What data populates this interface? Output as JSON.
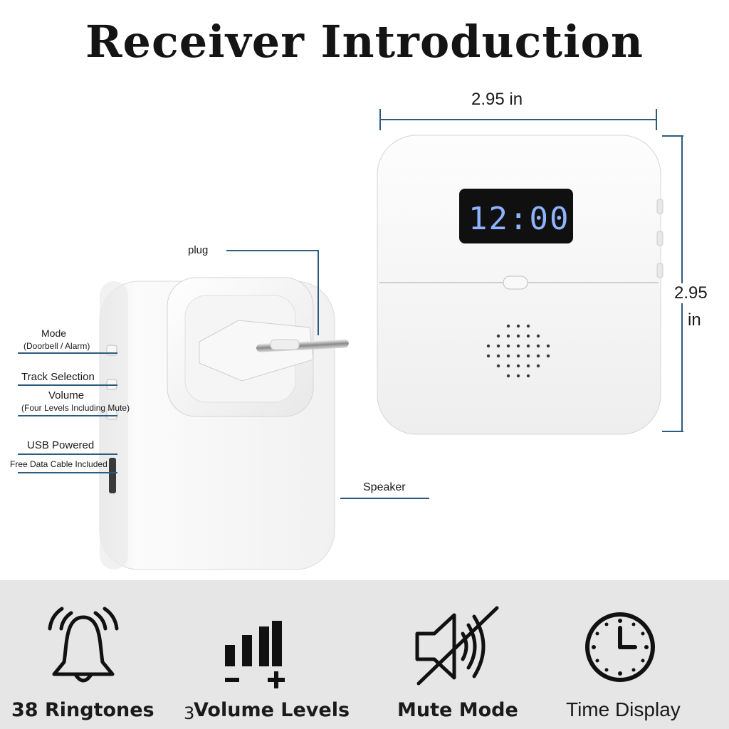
{
  "title": "Receiver Introduction",
  "dimensions": {
    "width": "2.95 in",
    "height_value": "2.95",
    "height_unit": "in"
  },
  "display_time": "12:00",
  "callouts": {
    "plug": "plug",
    "mode": "Mode",
    "mode_sub": "(Doorbell / Alarm)",
    "track": "Track Selection",
    "volume": "Volume",
    "volume_sub": "(Four Levels Including Mute)",
    "usb": "USB Powered",
    "usb_sub": "Free Data Cable Included",
    "speaker": "Speaker"
  },
  "features": [
    {
      "icon": "bell-ringing-icon",
      "label": "38 Ringtones"
    },
    {
      "icon": "volume-bars-icon",
      "label": "Volume Levels",
      "prefix": "3"
    },
    {
      "icon": "speaker-muted-icon",
      "label": "Mute Mode"
    },
    {
      "icon": "clock-icon",
      "label": "Time Display"
    }
  ],
  "colors": {
    "accent_line": "#2d5b7e",
    "display_digits": "#8fb4ff",
    "panel_bg": "#e6e6e6"
  }
}
